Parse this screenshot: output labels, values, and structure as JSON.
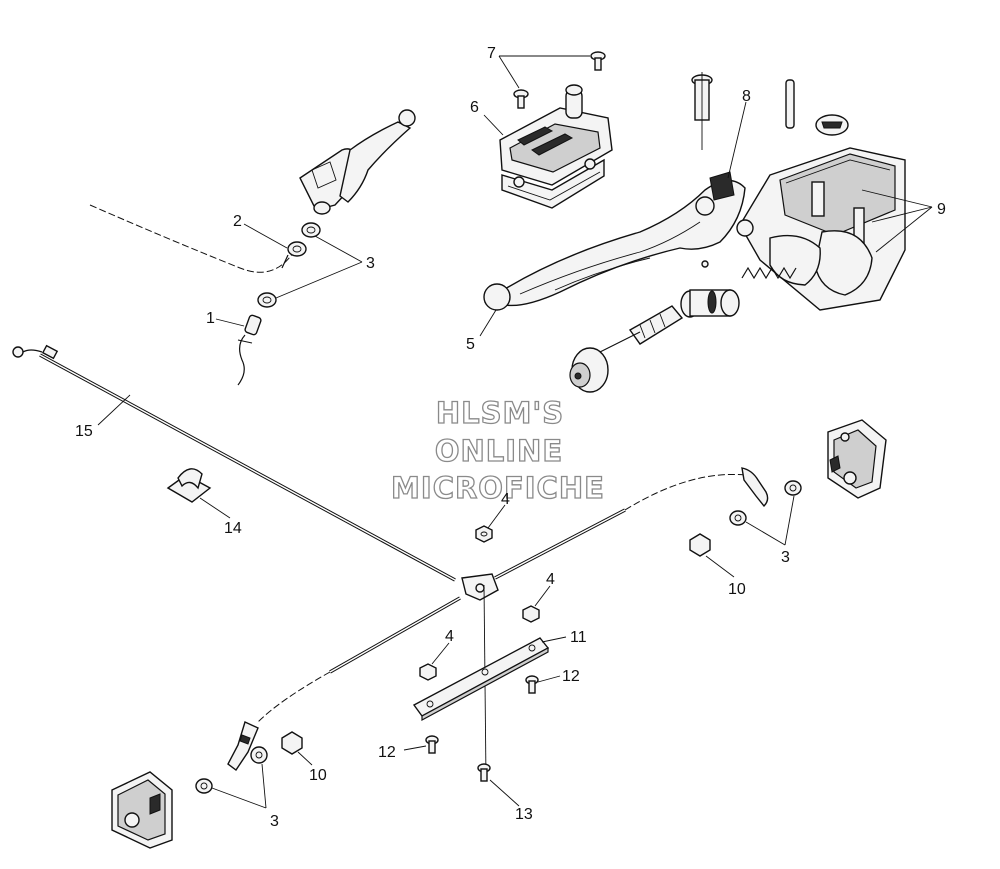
{
  "watermark": {
    "line1": "HLSM'S",
    "line2": "ONLINE",
    "line3": "MICROFICHE"
  },
  "callouts": {
    "c1": "1",
    "c2": "2",
    "c3a": "3",
    "c3b": "3",
    "c3c": "3",
    "c4a": "4",
    "c4b": "4",
    "c4c": "4",
    "c5": "5",
    "c6": "6",
    "c7": "7",
    "c8": "8",
    "c9": "9",
    "c10a": "10",
    "c10b": "10",
    "c11": "11",
    "c12a": "12",
    "c12b": "12",
    "c13": "13",
    "c14": "14",
    "c15": "15"
  }
}
